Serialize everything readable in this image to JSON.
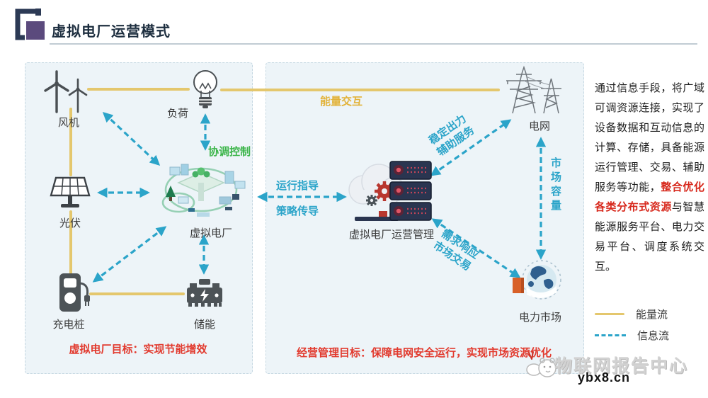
{
  "header": {
    "title": "虚拟电厂运营模式"
  },
  "panels": {
    "left": {
      "nodes": {
        "wind": "风机",
        "load": "负荷",
        "pv": "光伏",
        "charger": "充电桩",
        "storage": "储能",
        "vpp": "虚拟电厂"
      },
      "coordination_label": "协调控制",
      "goal": "虚拟电厂目标：实现节能增效"
    },
    "right": {
      "nodes": {
        "grid": "电网",
        "management": "虚拟电厂运营管理",
        "market": "电力市场"
      },
      "flow_labels": {
        "energy_exchange": "能量交互",
        "operation_guidance": "运行指导",
        "strategy_transfer": "策略传导",
        "stable_output": "稳定出力",
        "ancillary_service": "辅助服务",
        "market_capacity": "市场容量",
        "demand_response": "需求响应",
        "market_trading": "市场交易"
      },
      "goal": "经营管理目标：保障电网安全运行，实现市场资源优化"
    }
  },
  "sidebar": {
    "text_before": "通过信息手段，将广域可调资源连接，实现了设备数据和互动信息的计算、存储，具备能源运行管理、交易、辅助服务等功能，",
    "text_highlight": "整合优化各类分布式资源",
    "text_after": "与智慧能源服务平台、电力交易平台、调度系统交互。"
  },
  "legend": {
    "energy_flow": "能量流",
    "info_flow": "信息流"
  },
  "watermark": {
    "site_name": "物联网报告中心",
    "site_url": "ybx8.cn"
  },
  "colors": {
    "accent_teal": "#2ba4c9",
    "energy_yellow": "#e4c76d",
    "highlight_red": "#e23a2e",
    "control_green": "#3cb54a",
    "title_dark": "#1d2e3f"
  }
}
